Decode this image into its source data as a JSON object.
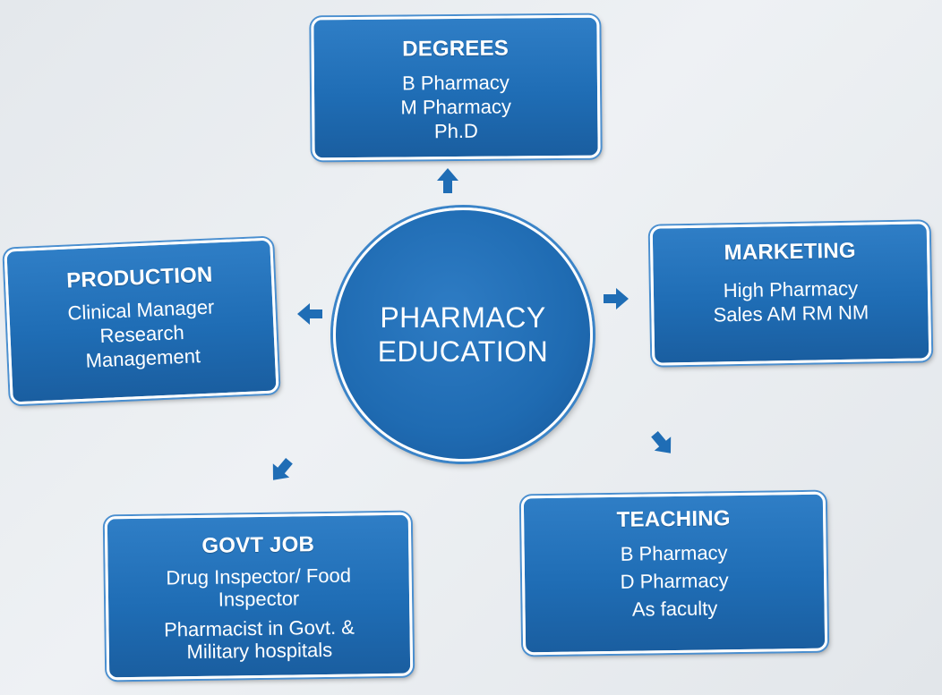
{
  "center": {
    "line1": "PHARMACY",
    "line2": "EDUCATION"
  },
  "degrees": {
    "title": "DEGREES",
    "items": [
      "B Pharmacy",
      "M Pharmacy",
      "Ph.D"
    ]
  },
  "marketing": {
    "title": "MARKETING",
    "items": [
      "High Pharmacy",
      "Sales AM RM NM"
    ]
  },
  "production": {
    "title": "PRODUCTION",
    "items": [
      "Clinical Manager",
      "Research",
      "Management"
    ]
  },
  "govt_job": {
    "title": "GOVT JOB",
    "items": [
      "Drug Inspector/ Food",
      "Inspector",
      "Pharmacist in Govt.  &",
      "Military hospitals"
    ]
  },
  "teaching": {
    "title": "TEACHING",
    "items": [
      "B Pharmacy",
      "D Pharmacy",
      "As faculty"
    ]
  },
  "colors": {
    "box_fill": "#1f6db5",
    "border": "#ffffff",
    "arrow": "#1f6db5",
    "background": "#e8ebee"
  }
}
